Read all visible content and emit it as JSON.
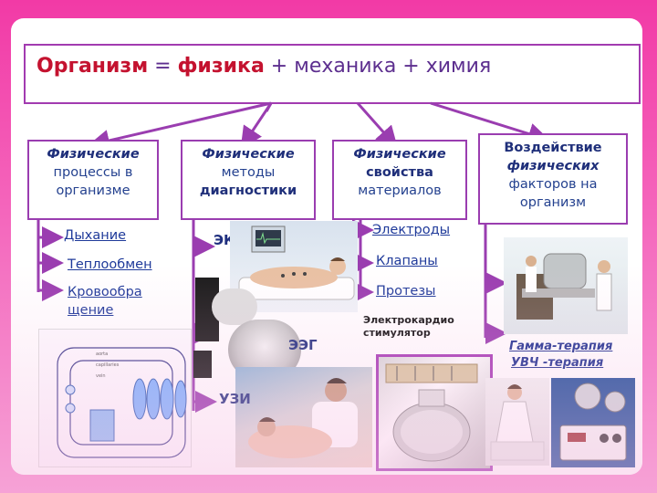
{
  "title": {
    "part1": "Организм",
    "eq": " = ",
    "part2": "физика",
    "rest": " + механика + химия"
  },
  "categories": [
    {
      "line1": "Физические",
      "line2": "процессы в",
      "line3": "организме"
    },
    {
      "line1": "Физические",
      "line2": "методы",
      "line3": "диагностики"
    },
    {
      "line1": "Физические",
      "line2": "свойства",
      "line3": "материалов"
    },
    {
      "line1": "Воздействие",
      "line2": "физических",
      "line3": "факторов на",
      "line4": "организм"
    }
  ],
  "processes": [
    "Дыхание",
    "Теплообмен",
    "Кровообра",
    "щение"
  ],
  "diagnostics": [
    "ЭКГ",
    "ЭЭГ",
    "УЗИ"
  ],
  "materials": [
    "Электроды",
    "Клапаны",
    "Протезы"
  ],
  "stimulator": {
    "line1": "Электрокардио",
    "line2": "стимулятор"
  },
  "therapies": [
    "Гамма-терапия",
    "УВЧ  -терапия"
  ],
  "colors": {
    "background": "#f23aa6",
    "border": "#9a3db0",
    "arrow": "#9a3db0",
    "accent_red": "#c4122f",
    "text_blue": "#1f3a9a"
  }
}
